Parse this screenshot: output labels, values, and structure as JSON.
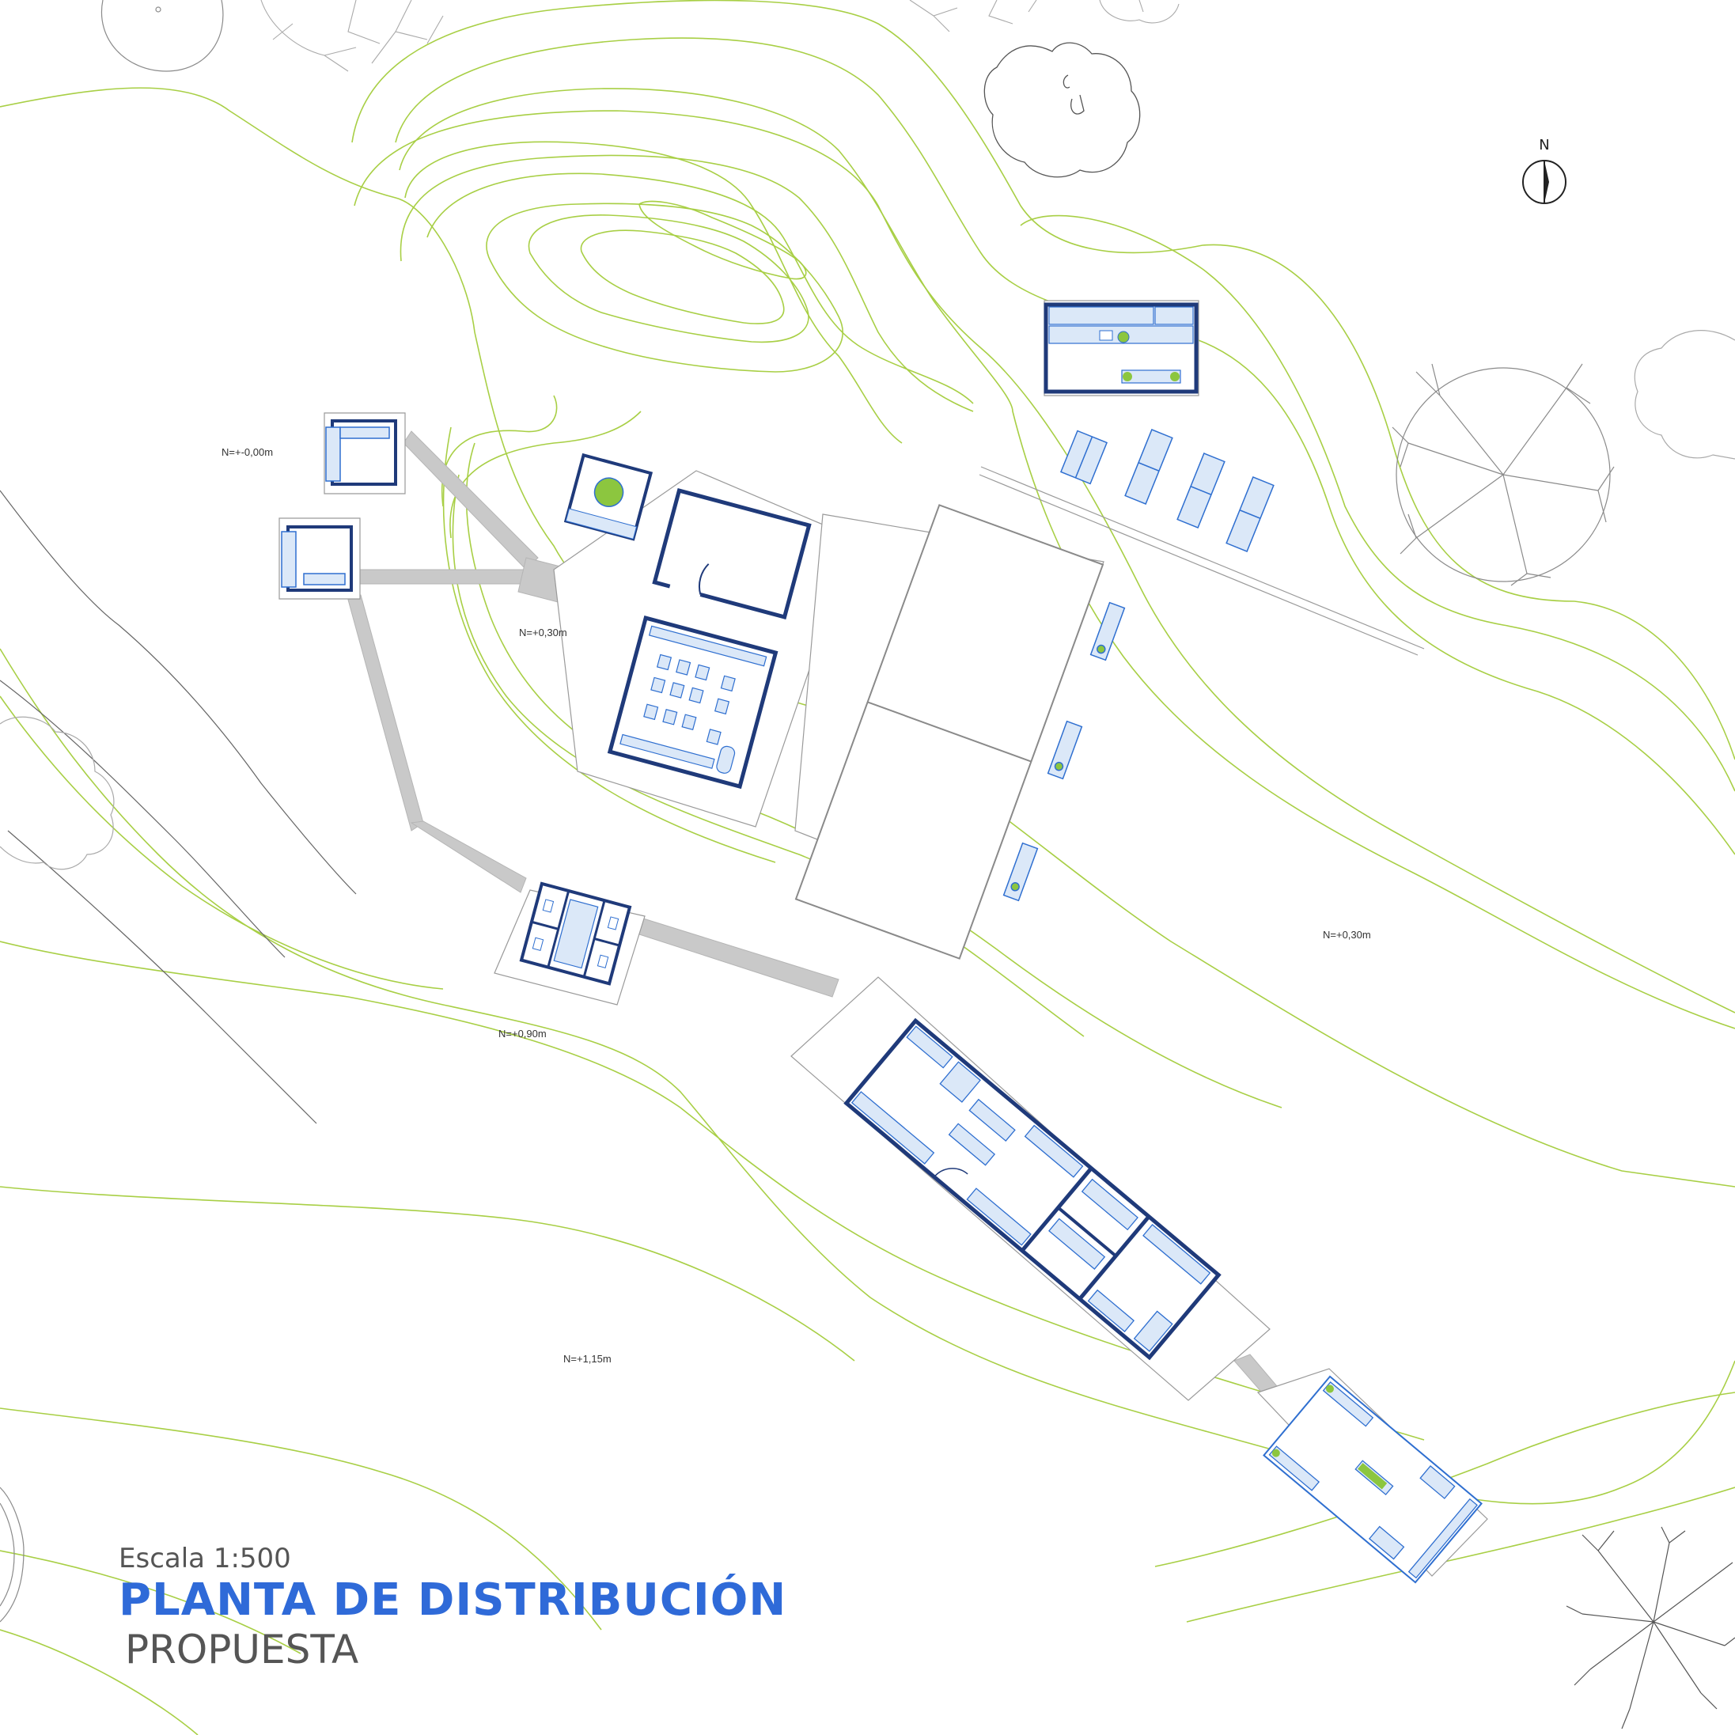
{
  "title": {
    "scale": "Escala 1:500",
    "main": "PLANTA DE DISTRIBUCIÓN",
    "sub": "PROPUESTA"
  },
  "north": "N",
  "levels": [
    {
      "id": "level-0",
      "text": "N=+-0,00m"
    },
    {
      "id": "level-030-west",
      "text": "N=+0,30m"
    },
    {
      "id": "level-030-east",
      "text": "N=+0,30m"
    },
    {
      "id": "level-090",
      "text": "N=+0,90m"
    },
    {
      "id": "level-115",
      "text": "N=+1,15m"
    }
  ],
  "colors": {
    "contour": "#a8cf45",
    "wall": "#1f3a7a",
    "furniture": "#2f6fd0",
    "furniture_fill": "#dbe8f8",
    "path": "#c9c9c9",
    "tree": "#8a8a8a",
    "title_blue": "#2f6ad8",
    "title_gray": "#555555",
    "plant": "#8cc63f"
  }
}
